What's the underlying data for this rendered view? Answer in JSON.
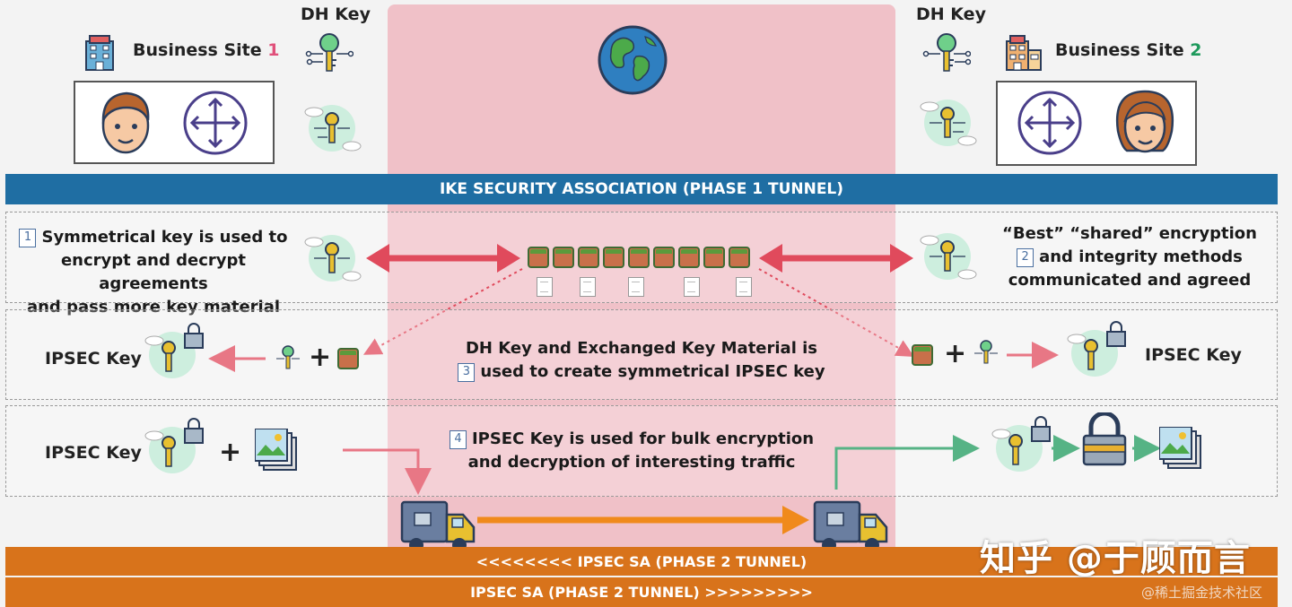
{
  "site1": {
    "title": "Business Site ",
    "num": "1"
  },
  "site2": {
    "title": "Business Site ",
    "num": "2"
  },
  "dh_key_left": "DH Key",
  "dh_key_right": "DH Key",
  "ike_bar": "IKE SECURITY ASSOCIATION (PHASE 1 TUNNEL)",
  "step1": {
    "num": "1",
    "line1": "Symmetrical key is used to",
    "line2": "encrypt and decrypt agreements",
    "line3": "and pass more key material"
  },
  "step2": {
    "num": "2",
    "line1": "“Best” “shared” encryption",
    "line2": "and integrity methods",
    "line3": "communicated and agreed"
  },
  "step3": {
    "num": "3",
    "line1": "DH Key and Exchanged Key Material is",
    "line2": "used to create symmetrical IPSEC key"
  },
  "step4": {
    "num": "4",
    "line1": "IPSEC Key is used for bulk encryption",
    "line2": "and decryption of interesting traffic"
  },
  "ipsec_key_row2_left": "IPSEC Key",
  "ipsec_key_row2_right": "IPSEC Key",
  "ipsec_key_row3_left": "IPSEC Key",
  "phase2_bar_top": "<<<<<<<< IPSEC SA (PHASE 2 TUNNEL)",
  "phase2_bar_bottom": "IPSEC SA (PHASE 2 TUNNEL) >>>>>>>>>",
  "watermark_main": "知乎 @于顾而言",
  "watermark_small": "@稀土掘金技术社区",
  "colors": {
    "pink_zone": "#efb7c0",
    "ike_bar": "#1f6ea3",
    "phase2_bar": "#d8731b",
    "red_arrow": "#e04a5c",
    "green_arrow": "#1e9a5c",
    "orange_arrow": "#f08a1c"
  },
  "icons": [
    "building-icon",
    "person-icon",
    "router-icon",
    "dh-key-icon",
    "cloud-key-icon",
    "globe-icon",
    "lock-key-icon",
    "image-stack-icon",
    "truck-icon",
    "padlock-icon",
    "key-material-tile-icon",
    "document-icon"
  ]
}
